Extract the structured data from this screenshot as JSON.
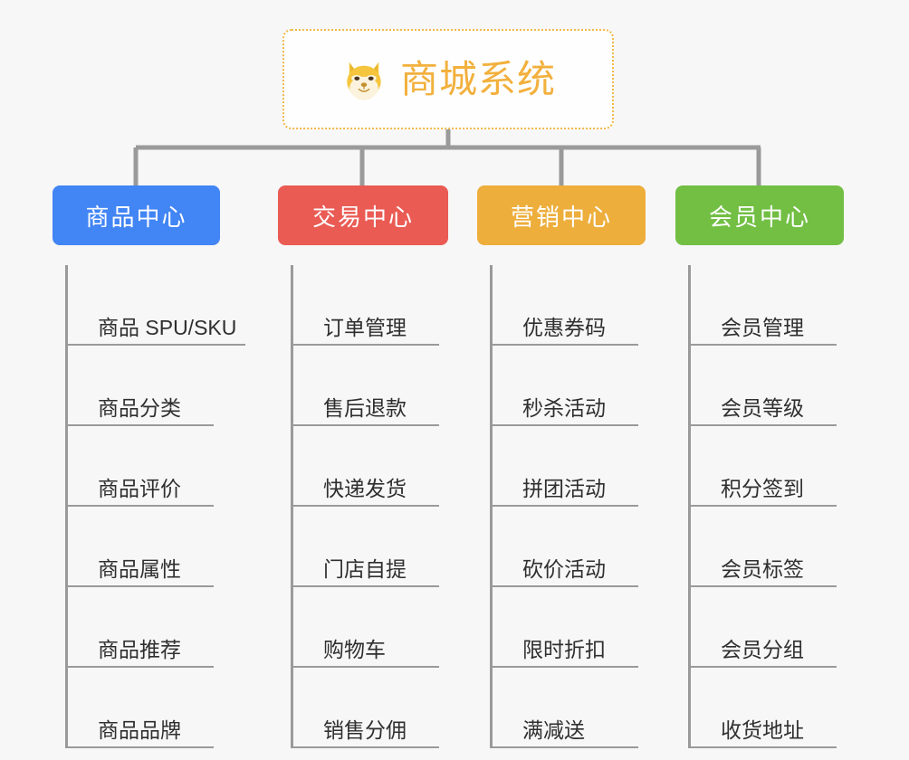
{
  "root": {
    "label": "商城系统",
    "icon": "shiba-dog-icon",
    "text_color": "#f2b03d",
    "border_color": "#f0b849"
  },
  "connector_color": "#9a9a9a",
  "background_color": "#f7f7f7",
  "categories": [
    {
      "label": "商品中心",
      "color": "#4285f4",
      "items": [
        "商品 SPU/SKU",
        "商品分类",
        "商品评价",
        "商品属性",
        "商品推荐",
        "商品品牌"
      ]
    },
    {
      "label": "交易中心",
      "color": "#ea5b54",
      "items": [
        "订单管理",
        "售后退款",
        "快递发货",
        "门店自提",
        "购物车",
        "销售分佣"
      ]
    },
    {
      "label": "营销中心",
      "color": "#edae3c",
      "items": [
        "优惠券码",
        "秒杀活动",
        "拼团活动",
        "砍价活动",
        "限时折扣",
        "满减送"
      ]
    },
    {
      "label": "会员中心",
      "color": "#72bf44",
      "items": [
        "会员管理",
        "会员等级",
        "积分签到",
        "会员标签",
        "会员分组",
        "收货地址"
      ]
    }
  ]
}
